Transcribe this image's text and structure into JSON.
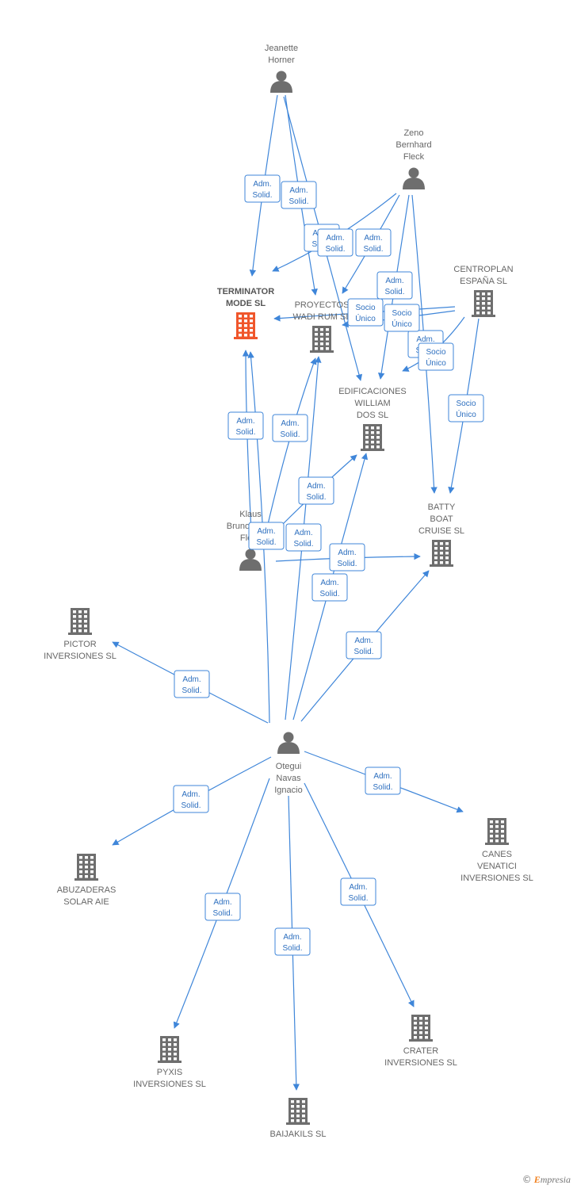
{
  "colors": {
    "edge": "#3f86d9",
    "node": "#6e6e6e",
    "focus": "#f0562b"
  },
  "nodes": [
    {
      "id": "jeanette",
      "type": "person",
      "label": [
        "Jeanette",
        "Horner"
      ],
      "icon": "person-icon"
    },
    {
      "id": "zeno",
      "type": "person",
      "label": [
        "Zeno",
        "Bernhard",
        "Fleck"
      ],
      "icon": "person-icon"
    },
    {
      "id": "centroplan",
      "type": "company",
      "label": [
        "CENTROPLAN",
        "ESPAÑA SL"
      ],
      "icon": "building-icon"
    },
    {
      "id": "terminator",
      "type": "company",
      "focus": true,
      "label": [
        "TERMINATOR",
        "MODE SL"
      ],
      "icon": "building-icon"
    },
    {
      "id": "proyectos",
      "type": "company",
      "label": [
        "PROYECTOS",
        "WADI RUM SL"
      ],
      "icon": "building-icon"
    },
    {
      "id": "edificaciones",
      "type": "company",
      "label": [
        "EDIFICACIONES",
        "WILLIAM",
        "DOS SL"
      ],
      "icon": "building-icon"
    },
    {
      "id": "batty",
      "type": "company",
      "label": [
        "BATTY",
        "BOAT",
        "CRUISE SL"
      ],
      "icon": "building-icon"
    },
    {
      "id": "klaus",
      "type": "person",
      "label": [
        "Klaus",
        "Bruno Franz",
        "Fleck"
      ],
      "icon": "person-icon"
    },
    {
      "id": "pictor",
      "type": "company",
      "label": [
        "PICTOR",
        "INVERSIONES SL"
      ],
      "icon": "building-icon"
    },
    {
      "id": "otegui",
      "type": "person",
      "label": [
        "Otegui",
        "Navas",
        "Ignacio"
      ],
      "icon": "person-icon"
    },
    {
      "id": "abuzaderas",
      "type": "company",
      "label": [
        "ABUZADERAS",
        "SOLAR AIE"
      ],
      "icon": "building-icon"
    },
    {
      "id": "canes",
      "type": "company",
      "label": [
        "CANES",
        "VENATICI",
        "INVERSIONES SL"
      ],
      "icon": "building-icon"
    },
    {
      "id": "pyxis",
      "type": "company",
      "label": [
        "PYXIS",
        "INVERSIONES SL"
      ],
      "icon": "building-icon"
    },
    {
      "id": "crater",
      "type": "company",
      "label": [
        "CRATER",
        "INVERSIONES SL"
      ],
      "icon": "building-icon"
    },
    {
      "id": "baijakils",
      "type": "company",
      "label": [
        "BAIJAKILS SL"
      ],
      "icon": "building-icon"
    }
  ],
  "edges": [
    {
      "from": "jeanette",
      "to": "terminator",
      "label": [
        "Adm.",
        "Solid."
      ]
    },
    {
      "from": "jeanette",
      "to": "proyectos",
      "label": [
        "Adm.",
        "Solid."
      ]
    },
    {
      "from": "jeanette",
      "to": "edificaciones",
      "label": [
        "Adm.",
        "Solid."
      ]
    },
    {
      "from": "zeno",
      "to": "terminator",
      "label": [
        "Adm.",
        "Solid."
      ]
    },
    {
      "from": "zeno",
      "to": "proyectos",
      "label": [
        "Adm.",
        "Solid."
      ]
    },
    {
      "from": "zeno",
      "to": "edificaciones",
      "label": [
        "Adm.",
        "Solid."
      ]
    },
    {
      "from": "zeno",
      "to": "batty",
      "label": [
        "Adm.",
        "Solid."
      ]
    },
    {
      "from": "centroplan",
      "to": "terminator",
      "label": [
        "Socio",
        "Único"
      ]
    },
    {
      "from": "centroplan",
      "to": "proyectos",
      "label": [
        "Socio",
        "Único"
      ]
    },
    {
      "from": "centroplan",
      "to": "edificaciones",
      "label": [
        "Socio",
        "Único"
      ]
    },
    {
      "from": "centroplan",
      "to": "batty",
      "label": [
        "Socio",
        "Único"
      ]
    },
    {
      "from": "klaus",
      "to": "terminator",
      "label": [
        "Adm.",
        "Solid."
      ]
    },
    {
      "from": "klaus",
      "to": "proyectos",
      "label": [
        "Adm.",
        "Solid."
      ]
    },
    {
      "from": "klaus",
      "to": "edificaciones",
      "label": [
        "Adm.",
        "Solid."
      ]
    },
    {
      "from": "klaus",
      "to": "batty",
      "label": [
        "Adm.",
        "Solid."
      ]
    },
    {
      "from": "otegui",
      "to": "terminator",
      "label": [
        "Adm.",
        "Solid."
      ]
    },
    {
      "from": "otegui",
      "to": "proyectos",
      "label": [
        "Adm.",
        "Solid."
      ]
    },
    {
      "from": "otegui",
      "to": "edificaciones",
      "label": [
        "Adm.",
        "Solid."
      ]
    },
    {
      "from": "otegui",
      "to": "batty",
      "label": [
        "Adm.",
        "Solid."
      ]
    },
    {
      "from": "otegui",
      "to": "pictor",
      "label": [
        "Adm.",
        "Solid."
      ]
    },
    {
      "from": "otegui",
      "to": "abuzaderas",
      "label": [
        "Adm.",
        "Solid."
      ]
    },
    {
      "from": "otegui",
      "to": "canes",
      "label": [
        "Adm.",
        "Solid."
      ]
    },
    {
      "from": "otegui",
      "to": "pyxis",
      "label": [
        "Adm.",
        "Solid."
      ]
    },
    {
      "from": "otegui",
      "to": "baijakils",
      "label": [
        "Adm.",
        "Solid."
      ]
    },
    {
      "from": "otegui",
      "to": "crater",
      "label": [
        "Adm.",
        "Solid."
      ]
    }
  ],
  "footer": {
    "copyright": "©",
    "brand_initial": "E",
    "brand_rest": "mpresia"
  }
}
